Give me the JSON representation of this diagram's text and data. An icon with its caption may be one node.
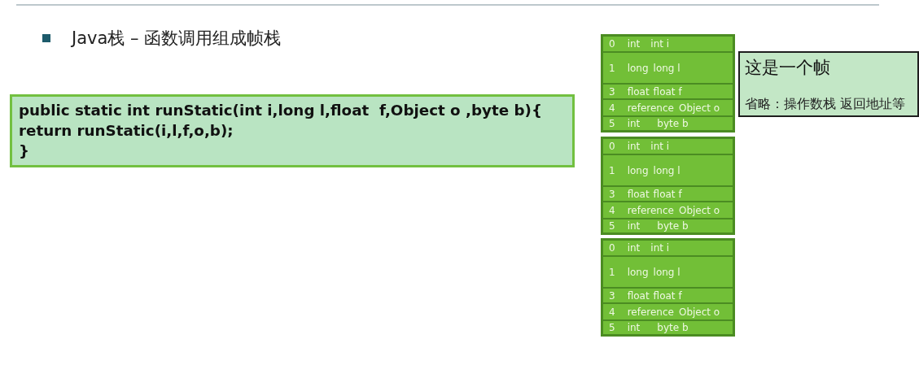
{
  "diagram": {
    "title": "Java栈 – 函数调用组成帧栈",
    "nodes": [
      {
        "text": [
          "public static int runStatic(int i,long l,float  f,Object o ,byte b){",
          "return runStatic(i,l,f,o,b);",
          "}"
        ]
      },
      {
        "text": [],
        "shape": "box"
      },
      {
        "text": [
          "0",
          "int",
          "int i"
        ],
        "in": 1
      },
      {
        "text": [
          "1",
          "long",
          "long l"
        ],
        "in": 1
      },
      {
        "text": [
          "3",
          "float",
          "float f"
        ],
        "in": 1
      },
      {
        "text": [
          "4",
          "reference",
          "Object o"
        ],
        "in": 1
      },
      {
        "text": [
          "5",
          "int",
          "byte b"
        ],
        "in": 1
      },
      {
        "text": [
          "这是一个帧",
          "省略：操作数栈 返回地址等"
        ]
      },
      {
        "text": [],
        "shape": "box"
      },
      {
        "text": [
          "0",
          "int",
          "int i"
        ],
        "in": 8
      },
      {
        "text": [
          "1",
          "long",
          "long l"
        ],
        "in": 8
      },
      {
        "text": [
          "3",
          "float",
          "float f"
        ],
        "in": 8
      },
      {
        "text": [
          "4",
          "reference",
          "Object o"
        ],
        "in": 8
      },
      {
        "text": [
          "5",
          "int",
          "byte b"
        ],
        "in": 8
      },
      {
        "text": [],
        "shape": "box"
      },
      {
        "text": [
          "0",
          "int",
          "int i"
        ],
        "in": 14
      },
      {
        "text": [
          "1",
          "long",
          "long l"
        ],
        "in": 14
      },
      {
        "text": [
          "3",
          "float",
          "float f"
        ],
        "in": 14
      },
      {
        "text": [
          "4",
          "reference",
          "Object o"
        ],
        "in": 14
      },
      {
        "text": [
          "5",
          "int",
          "byte b"
        ],
        "in": 14
      }
    ]
  }
}
